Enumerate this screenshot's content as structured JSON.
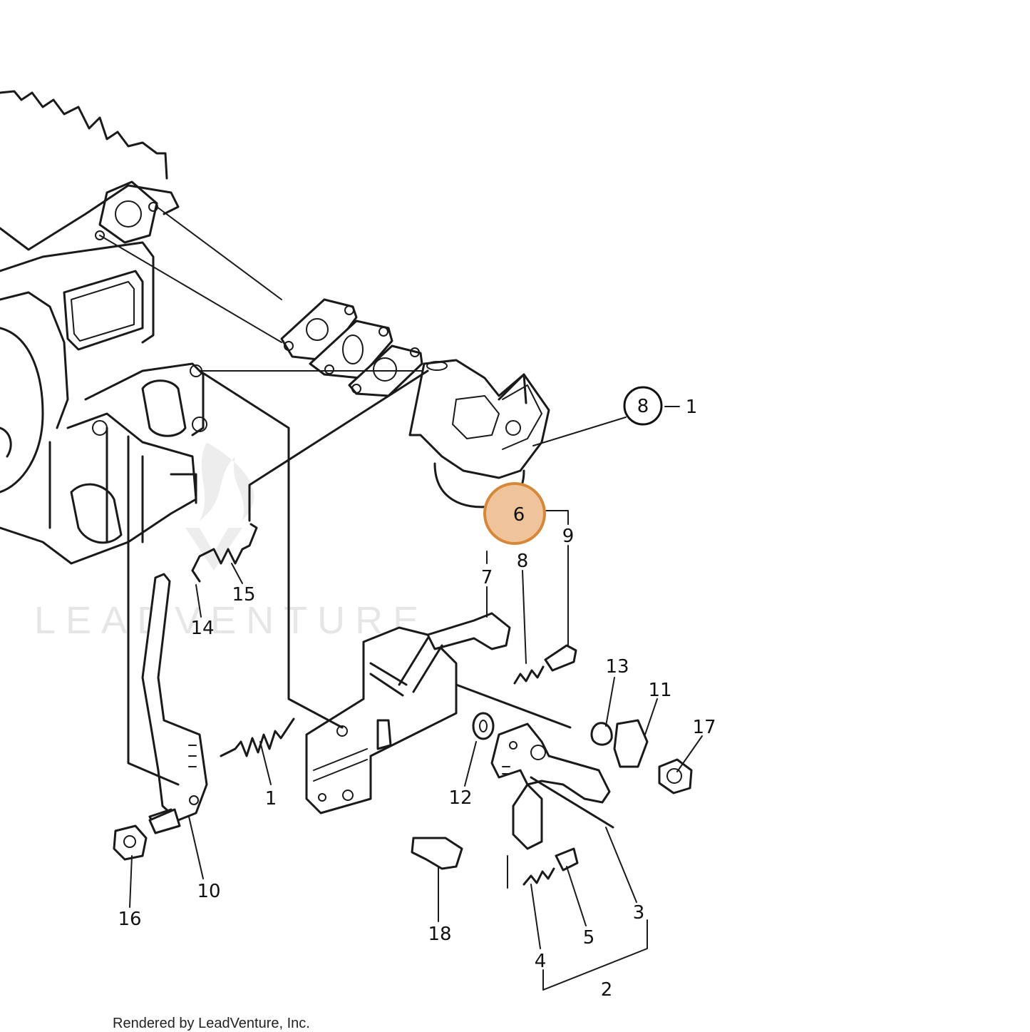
{
  "callouts": {
    "c8_1_number": "8",
    "c8_1_sub": "1",
    "c6": "6",
    "c9": "9",
    "c8": "8",
    "c7": "7",
    "c15": "15",
    "c14": "14",
    "c13": "13",
    "c11": "11",
    "c17": "17",
    "c1": "1",
    "c12": "12",
    "c10": "10",
    "c16": "16",
    "c18": "18",
    "c3": "3",
    "c5": "5",
    "c4": "4",
    "c2": "2"
  },
  "highlight": {
    "label": "6",
    "color": "#f0c49a",
    "border": "#d5883a"
  },
  "watermark": "LEADVENTURE",
  "credit": "Rendered by LeadVenture, Inc."
}
